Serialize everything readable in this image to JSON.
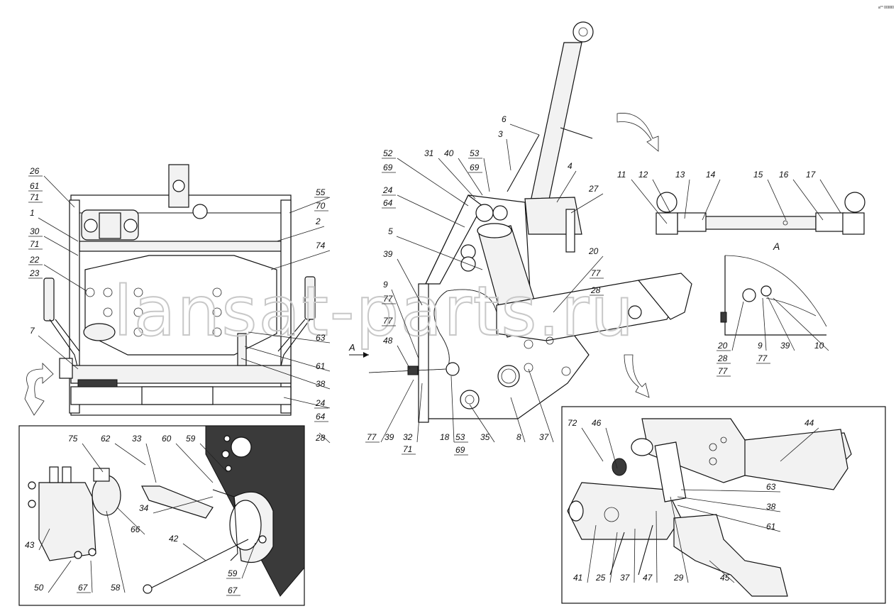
{
  "watermark": "lansat-parts.ru",
  "top_right_mark": "a°° 00000",
  "view_label": "A",
  "arrow_label": "A",
  "callouts": {
    "left_view": [
      "26",
      "61",
      "71",
      "1",
      "30",
      "71",
      "22",
      "23",
      "7",
      "55",
      "70",
      "2",
      "74",
      "63",
      "61",
      "38",
      "24",
      "64",
      "28"
    ],
    "center_view": [
      "52",
      "69",
      "31",
      "40",
      "53",
      "69",
      "6",
      "3",
      "4",
      "27",
      "24",
      "64",
      "5",
      "39",
      "9",
      "77",
      "77",
      "48",
      "20",
      "77",
      "28",
      "77",
      "39",
      "32",
      "71",
      "18",
      "53",
      "69",
      "35",
      "8",
      "37"
    ],
    "top_rod_view": [
      "11",
      "12",
      "13",
      "14",
      "15",
      "16",
      "17"
    ],
    "view_a": [
      "20",
      "28",
      "77",
      "9",
      "77",
      "39",
      "10"
    ],
    "bottom_left_inset": [
      "75",
      "62",
      "33",
      "60",
      "59",
      "34",
      "42",
      "43",
      "58",
      "66",
      "50",
      "67",
      "59",
      "67"
    ],
    "bottom_right_inset": [
      "72",
      "46",
      "44",
      "63",
      "38",
      "61",
      "41",
      "25",
      "37",
      "47",
      "29",
      "45"
    ]
  }
}
